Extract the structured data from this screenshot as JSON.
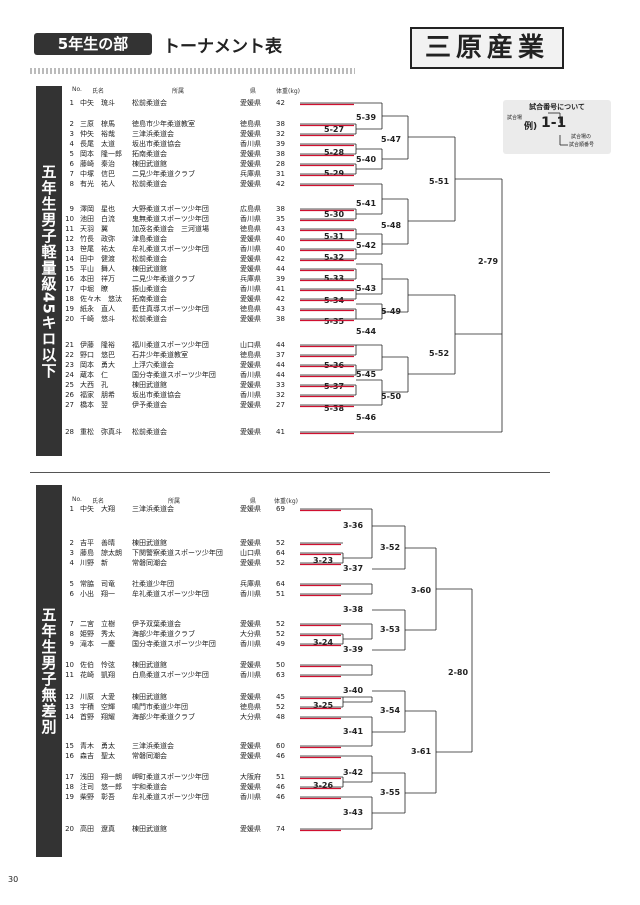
{
  "header": {
    "badge": "5年生の部",
    "title": "トーナメント表",
    "team": "三原産業"
  },
  "page_number": "30",
  "legend": {
    "title": "試合番号について",
    "left_label": "試合場",
    "example": "例)",
    "example_num": "1-1",
    "court_label": "試合場の",
    "order_label": "試合順番号"
  },
  "columns": {
    "no": "No.",
    "name": "氏名",
    "club": "所属",
    "pref": "県",
    "weight": "体重(kg)"
  },
  "sections": [
    {
      "title": "五年生男子軽量級45キロ以下",
      "entries": [
        {
          "no": "1",
          "name": "中矢　琉斗",
          "club": "松前柔道会",
          "pref": "愛媛県",
          "weight": "42"
        },
        {
          "no": "2",
          "name": "三原　椋馬",
          "club": "徳島市少年柔道教室",
          "pref": "徳島県",
          "weight": "38"
        },
        {
          "no": "3",
          "name": "仲矢　裕哉",
          "club": "三津浜柔道会",
          "pref": "愛媛県",
          "weight": "32"
        },
        {
          "no": "4",
          "name": "長尾　太道",
          "club": "坂出市柔道協会",
          "pref": "香川県",
          "weight": "39"
        },
        {
          "no": "5",
          "name": "岡本　隆一郎",
          "club": "拓南柔道会",
          "pref": "愛媛県",
          "weight": "38"
        },
        {
          "no": "6",
          "name": "藤崎　秦治",
          "club": "棟田武道館",
          "pref": "愛媛県",
          "weight": "28"
        },
        {
          "no": "7",
          "name": "中塚　信巴",
          "club": "二見少年柔道クラブ",
          "pref": "兵庫県",
          "weight": "31"
        },
        {
          "no": "8",
          "name": "有光　祐人",
          "club": "松前柔道会",
          "pref": "愛媛県",
          "weight": "42"
        },
        {
          "no": "9",
          "name": "澤岡　星也",
          "club": "大野柔道スポーツ少年団",
          "pref": "広島県",
          "weight": "38"
        },
        {
          "no": "10",
          "name": "池田　白流",
          "club": "鬼無柔道スポーツ少年団",
          "pref": "香川県",
          "weight": "35"
        },
        {
          "no": "11",
          "name": "天羽　翼",
          "club": "加茂名柔道会　三河道場",
          "pref": "徳島県",
          "weight": "43"
        },
        {
          "no": "12",
          "name": "竹長　政弥",
          "club": "津島柔道会",
          "pref": "愛媛県",
          "weight": "40"
        },
        {
          "no": "13",
          "name": "笹尾　祐太",
          "club": "牟礼柔道スポーツ少年団",
          "pref": "香川県",
          "weight": "40"
        },
        {
          "no": "14",
          "name": "田中　健渡",
          "club": "松前柔道会",
          "pref": "愛媛県",
          "weight": "42"
        },
        {
          "no": "15",
          "name": "平山　舞人",
          "club": "棟田武道館",
          "pref": "愛媛県",
          "weight": "44"
        },
        {
          "no": "16",
          "name": "本田　祥万",
          "club": "二見少年柔道クラブ",
          "pref": "兵庫県",
          "weight": "39"
        },
        {
          "no": "17",
          "name": "中堀　瞭",
          "club": "振山柔道会",
          "pref": "香川県",
          "weight": "41"
        },
        {
          "no": "18",
          "name": "佐々木　悠汰",
          "club": "拓南柔道会",
          "pref": "愛媛県",
          "weight": "42"
        },
        {
          "no": "19",
          "name": "紙永　直人",
          "club": "藍住真導スポーツ少年団",
          "pref": "徳島県",
          "weight": "43"
        },
        {
          "no": "20",
          "name": "千崎　悠斗",
          "club": "松前柔道会",
          "pref": "愛媛県",
          "weight": "38"
        },
        {
          "no": "21",
          "name": "伊藤　隆裕",
          "club": "福川柔道スポーツ少年団",
          "pref": "山口県",
          "weight": "44"
        },
        {
          "no": "22",
          "name": "野口　悠巴",
          "club": "石井少年柔道教室",
          "pref": "徳島県",
          "weight": "37"
        },
        {
          "no": "23",
          "name": "岡本　勇大",
          "club": "上浮穴柔道会",
          "pref": "愛媛県",
          "weight": "44"
        },
        {
          "no": "24",
          "name": "蔵本　仁",
          "club": "国分寺柔道スポーツ少年団",
          "pref": "香川県",
          "weight": "44"
        },
        {
          "no": "25",
          "name": "大西　孔",
          "club": "棟田武道館",
          "pref": "愛媛県",
          "weight": "33"
        },
        {
          "no": "26",
          "name": "福家　朋希",
          "club": "坂出市柔道協会",
          "pref": "香川県",
          "weight": "32"
        },
        {
          "no": "27",
          "name": "橋本　翌",
          "club": "伊予柔道会",
          "pref": "愛媛県",
          "weight": "27"
        },
        {
          "no": "28",
          "name": "重松　弥真斗",
          "club": "松前柔道会",
          "pref": "愛媛県",
          "weight": "41"
        }
      ]
    },
    {
      "title": "五年生男子無差別",
      "entries": [
        {
          "no": "1",
          "name": "中矢　大翔",
          "club": "三津浜柔道会",
          "pref": "愛媛県",
          "weight": "69"
        },
        {
          "no": "2",
          "name": "吉平　善晴",
          "club": "棟田武道館",
          "pref": "愛媛県",
          "weight": "52"
        },
        {
          "no": "3",
          "name": "藤島　諒太朗",
          "club": "下関警察柔道スポーツ少年団",
          "pref": "山口県",
          "weight": "64"
        },
        {
          "no": "4",
          "name": "川野　新",
          "club": "常磐同潮会",
          "pref": "愛媛県",
          "weight": "52"
        },
        {
          "no": "5",
          "name": "常脇　司竜",
          "club": "社柔道少年団",
          "pref": "兵庫県",
          "weight": "64"
        },
        {
          "no": "6",
          "name": "小出　翔一",
          "club": "牟礼柔道スポーツ少年団",
          "pref": "香川県",
          "weight": "51"
        },
        {
          "no": "7",
          "name": "二宮　立樹",
          "club": "伊予双葉柔道会",
          "pref": "愛媛県",
          "weight": "52"
        },
        {
          "no": "8",
          "name": "姫野　秀太",
          "club": "海部少年柔道クラブ",
          "pref": "大分県",
          "weight": "52"
        },
        {
          "no": "9",
          "name": "滝本　一慶",
          "club": "国分寺柔道スポーツ少年団",
          "pref": "香川県",
          "weight": "49"
        },
        {
          "no": "10",
          "name": "佐伯　怜弦",
          "club": "棟田武道館",
          "pref": "愛媛県",
          "weight": "50"
        },
        {
          "no": "11",
          "name": "花崎　凱翔",
          "club": "白鳥柔道スポーツ少年団",
          "pref": "香川県",
          "weight": "63"
        },
        {
          "no": "12",
          "name": "川原　大愛",
          "club": "棟田武道館",
          "pref": "愛媛県",
          "weight": "45"
        },
        {
          "no": "13",
          "name": "宇積　空輝",
          "club": "鳴門市柔道少年団",
          "pref": "徳島県",
          "weight": "52"
        },
        {
          "no": "14",
          "name": "首野　翔耀",
          "club": "海部少年柔道クラブ",
          "pref": "大分県",
          "weight": "48"
        },
        {
          "no": "15",
          "name": "青木　勇太",
          "club": "三津浜柔道会",
          "pref": "愛媛県",
          "weight": "60"
        },
        {
          "no": "16",
          "name": "森吉　聖太",
          "club": "常磐同潮会",
          "pref": "愛媛県",
          "weight": "46"
        },
        {
          "no": "17",
          "name": "浅田　翔一朗",
          "club": "岬町柔道スポーツ少年団",
          "pref": "大阪府",
          "weight": "51"
        },
        {
          "no": "18",
          "name": "注司　悠一郎",
          "club": "宇和柔道会",
          "pref": "愛媛県",
          "weight": "46"
        },
        {
          "no": "19",
          "name": "柴野　彰吾",
          "club": "牟礼柔道スポーツ少年団",
          "pref": "香川県",
          "weight": "46"
        },
        {
          "no": "20",
          "name": "高田　遼真",
          "club": "棟田武道館",
          "pref": "愛媛県",
          "weight": "74"
        }
      ]
    }
  ],
  "matches1": [
    "5-27",
    "5-28",
    "5-29",
    "5-30",
    "5-31",
    "5-32",
    "5-33",
    "5-34",
    "5-35",
    "5-36",
    "5-37",
    "5-38",
    "5-39",
    "5-40",
    "5-41",
    "5-42",
    "5-43",
    "5-44",
    "5-45",
    "5-46",
    "5-47",
    "5-48",
    "5-49",
    "5-50",
    "5-51",
    "5-52",
    "2-79"
  ],
  "matches2": [
    "3-23",
    "3-24",
    "3-25",
    "3-26",
    "3-36",
    "3-37",
    "3-38",
    "3-39",
    "3-40",
    "3-41",
    "3-42",
    "3-43",
    "3-52",
    "3-53",
    "3-54",
    "3-55",
    "3-60",
    "3-61",
    "2-80"
  ],
  "colors": {
    "winner_line": "#d01030",
    "bracket_line": "#222222",
    "bar": "#333333"
  }
}
